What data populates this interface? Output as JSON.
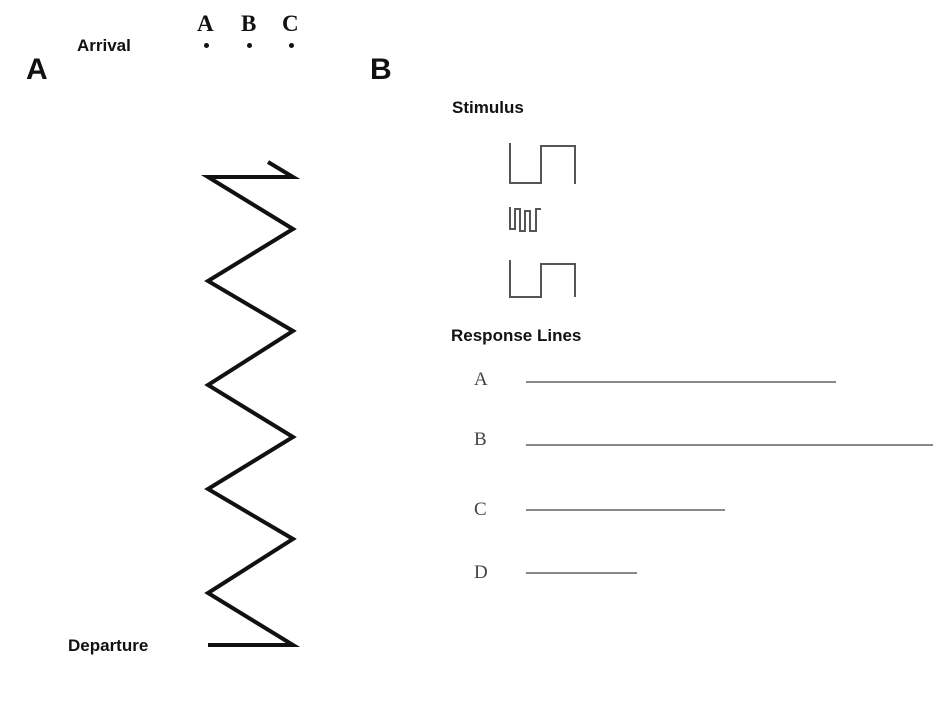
{
  "panel_a": {
    "letter": "A",
    "arrival_label": "Arrival",
    "departure_label": "Departure",
    "markers": [
      "A",
      "B",
      "C"
    ]
  },
  "panel_b": {
    "letter": "B",
    "stimulus_label": "Stimulus",
    "response_lines_label": "Response Lines",
    "response_lines": [
      {
        "label": "A",
        "length": 310
      },
      {
        "label": "B",
        "length": 407
      },
      {
        "label": "C",
        "length": 199
      },
      {
        "label": "D",
        "length": 111
      }
    ]
  },
  "colors": {
    "ink": "#111111",
    "stimulus_stroke": "#555555",
    "response_line": "#888888",
    "response_label": "#444444"
  }
}
